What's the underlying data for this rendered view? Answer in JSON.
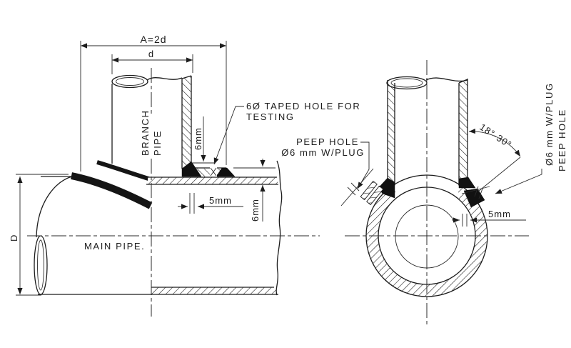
{
  "drawing_title": "Branch pipe to main pipe welded connection - two views",
  "colors": {
    "line": "#1c1c1c",
    "background": "#ffffff",
    "weld": "#111111"
  },
  "left_view": {
    "dim_a": "A=2d",
    "dim_d": "d",
    "dim_diameter": "D",
    "branch_label": [
      "BRANCH",
      "PIPE"
    ],
    "main_label": "MAIN PIPE.",
    "tapped_hole_note": [
      "6Ø TAPED HOLE FOR",
      "TESTING"
    ],
    "peep_hole_note": [
      "PEEP HOLE",
      "Ø6 mm W/PLUG"
    ],
    "dim_weld_6mm": "6mm",
    "dim_wall_6mm": "6mm",
    "dim_gap_5mm": "5mm"
  },
  "right_view": {
    "angle": "18°-30°",
    "peep_hole_note": [
      "PEEP HOLE",
      "Ø6 mm W/PLUG"
    ],
    "dim_gap_5mm": "5mm"
  }
}
